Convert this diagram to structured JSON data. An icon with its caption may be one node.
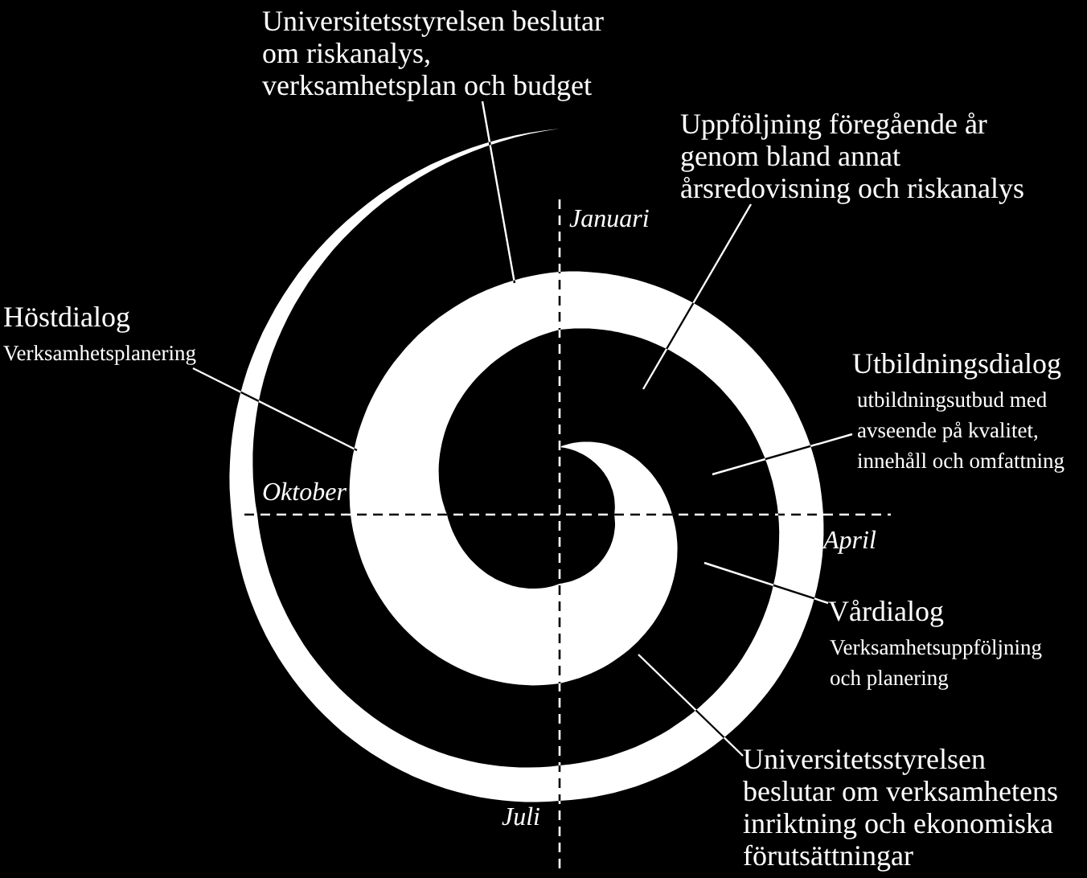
{
  "diagram": {
    "nodes": [
      {
        "text": [
          "Universitetsstyrelsen beslutar om riskanalys, verksamhetsplan och budget"
        ]
      },
      {
        "text": [
          "Uppföljning föregående år genom bland annat årsredovisning och riskanalys"
        ]
      },
      {
        "text": [
          "Höstdialog",
          "Verksamhetsplanering"
        ]
      },
      {
        "text": [
          "Utbildningsdialog",
          "utbildningsutbud med avseende på kvalitet, innehåll och omfattning"
        ]
      },
      {
        "text": [
          "Vårdialog",
          "Verksamhetsuppföljning och planering"
        ]
      },
      {
        "text": [
          "Universitetsstyrelsen beslutar om verksamhetens inriktning och ekonomiska förutsättningar"
        ]
      },
      {
        "text": [],
        "shape": "spiral"
      }
    ],
    "edges": [
      {
        "from": 0,
        "to": 6,
        "arrow": "none"
      },
      {
        "from": 1,
        "to": 6,
        "arrow": "none"
      },
      {
        "from": 2,
        "to": 6,
        "arrow": "none"
      },
      {
        "from": 3,
        "to": 6,
        "arrow": "none"
      },
      {
        "from": 4,
        "to": 6,
        "arrow": "none"
      },
      {
        "from": 5,
        "to": 6,
        "arrow": "none"
      }
    ],
    "labels": [
      "Januari",
      "Oktober",
      "April",
      "Juli"
    ]
  }
}
